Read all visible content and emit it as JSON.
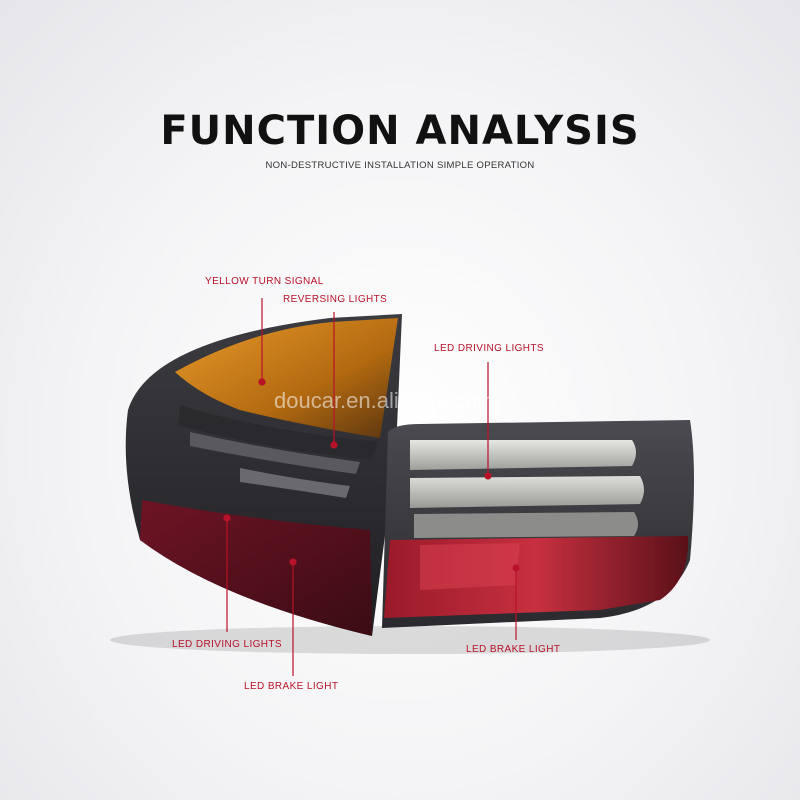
{
  "header": {
    "title": "FUNCTION ANALYSIS",
    "subtitle": "NON-DESTRUCTIVE INSTALLATION SIMPLE OPERATION"
  },
  "watermark": "doucar.en.alibaba.com",
  "callouts": {
    "yellow_turn_signal": "YELLOW TURN SIGNAL",
    "reversing_lights": "REVERSING LIGHTS",
    "led_driving_lights_right": "LED DRIVING LIGHTS",
    "led_driving_lights_left": "LED DRIVING LIGHTS",
    "led_brake_light_right": "LED BRAKE LIGHT",
    "led_brake_light_left": "LED BRAKE LIGHT"
  },
  "colors": {
    "callout": "#b8122a",
    "amber": "#c97a14",
    "smoke": "#2e2e33",
    "red_lens": "#7a1220"
  }
}
